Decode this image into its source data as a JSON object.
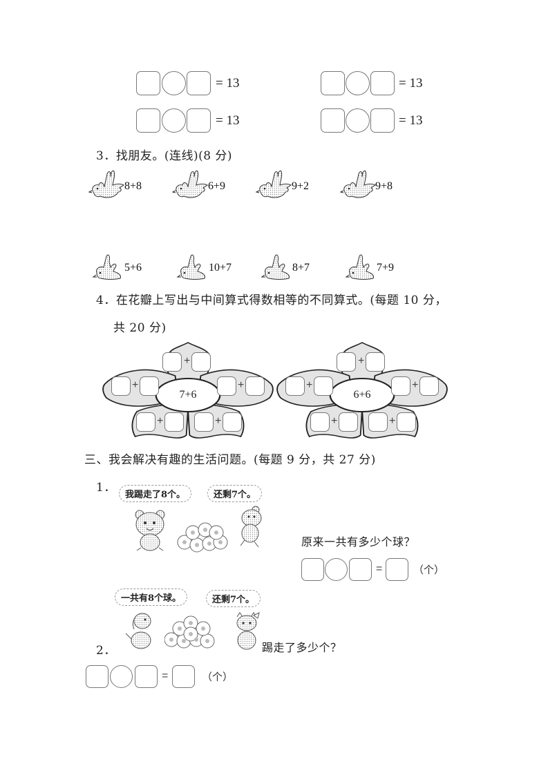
{
  "section2": {
    "equations_13": [
      {
        "right": "= 13"
      },
      {
        "right": "= 13"
      },
      {
        "right": "= 13"
      },
      {
        "right": "= 13"
      }
    ],
    "q3": {
      "title": "3．找朋友。(连线)(8 分)",
      "top_birds": [
        "8+8",
        "6+9",
        "9+2",
        "9+8"
      ],
      "bottom_birds": [
        "5+6",
        "10+7",
        "8+7",
        "7+9"
      ]
    },
    "q4": {
      "title_line1": "4．在花瓣上写出与中间算式得数相等的不同算式。(每题 10 分，",
      "title_line2": "共 20 分)",
      "flowers": [
        {
          "center": "7+6",
          "plus": "+"
        },
        {
          "center": "6+6",
          "plus": "+"
        }
      ]
    }
  },
  "section3": {
    "title": "三、我会解决有趣的生活问题。(每题 9 分，共 27 分)",
    "problem1": {
      "number": "1．",
      "bubble_left": "我踢走了8个。",
      "bubble_right": "还剩7个。",
      "question": "原来一共有多少个球？",
      "equals": "=",
      "unit": "（个）"
    },
    "problem2": {
      "number": "2．",
      "bubble_left": "一共有8个球。",
      "bubble_right": "还剩7个。",
      "question": "踢走了多少个？",
      "equals": "=",
      "unit": "（个）"
    }
  },
  "colors": {
    "petal_fill": "#e4e4e4",
    "outline": "#222222",
    "box_border": "#777777"
  }
}
